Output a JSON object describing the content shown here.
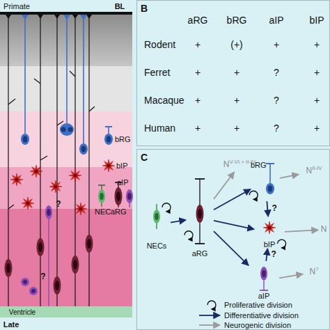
{
  "diagram": {
    "nodes": [
      {
        "text": [
          "B"
        ]
      },
      {
        "text": [
          "C"
        ]
      },
      {
        "text": [
          "NECs"
        ],
        "in": 1
      },
      {
        "text": [
          "aRG"
        ],
        "in": 1
      },
      {
        "text": [
          "NV-VI > II-IV"
        ],
        "in": 1
      },
      {
        "text": [
          "bRG"
        ],
        "in": 1
      },
      {
        "text": [
          "NII-IV"
        ],
        "in": 1
      },
      {
        "text": [
          "bIP"
        ],
        "in": 1
      },
      {
        "text": [
          "N"
        ],
        "in": 1
      },
      {
        "text": [
          "aIP"
        ],
        "in": 1
      },
      {
        "text": [
          "N?"
        ],
        "in": 1
      }
    ],
    "edges": [
      {
        "from": 2,
        "to": 2,
        "arrow": "to"
      },
      {
        "from": 2,
        "to": 3,
        "arrow": "to"
      },
      {
        "from": 3,
        "to": 3,
        "arrow": "to"
      },
      {
        "from": 3,
        "to": 4,
        "arrow": "to"
      },
      {
        "from": 3,
        "to": 5,
        "arrow": "to"
      },
      {
        "from": 3,
        "to": 7,
        "arrow": "to"
      },
      {
        "from": 3,
        "to": 9,
        "arrow": "to"
      },
      {
        "from": 5,
        "to": 5,
        "arrow": "to"
      },
      {
        "from": 5,
        "to": 6,
        "arrow": "to"
      },
      {
        "from": 5,
        "to": 7,
        "arrow": "to",
        "label": "?"
      },
      {
        "from": 7,
        "to": 7,
        "arrow": "to"
      },
      {
        "from": 7,
        "to": 8,
        "arrow": "to"
      },
      {
        "from": 9,
        "to": 7,
        "arrow": "to",
        "label": "?"
      },
      {
        "from": 9,
        "to": 10,
        "arrow": "to"
      }
    ],
    "labels": [
      "Primate",
      "BL",
      "?",
      "?",
      "Ventricle",
      "Late",
      "aRG",
      "bRG",
      "aIP",
      "bIP",
      "Rodent",
      "+",
      "(+)",
      "+",
      "+",
      "Ferret",
      "+",
      "+",
      "?",
      "+",
      "Macaque",
      "+",
      "+",
      "?",
      "+",
      "Human",
      "+",
      "+",
      "?",
      "+"
    ],
    "legend": [
      {
        "text": "bRG"
      },
      {
        "text": "bIP"
      },
      {
        "text": "aIP"
      },
      {
        "text": "NEC"
      },
      {
        "text": "aRG"
      },
      {
        "text": "Proliferative division"
      },
      {
        "text": "Differentiative division"
      },
      {
        "text": "Neurogenic division"
      }
    ]
  }
}
